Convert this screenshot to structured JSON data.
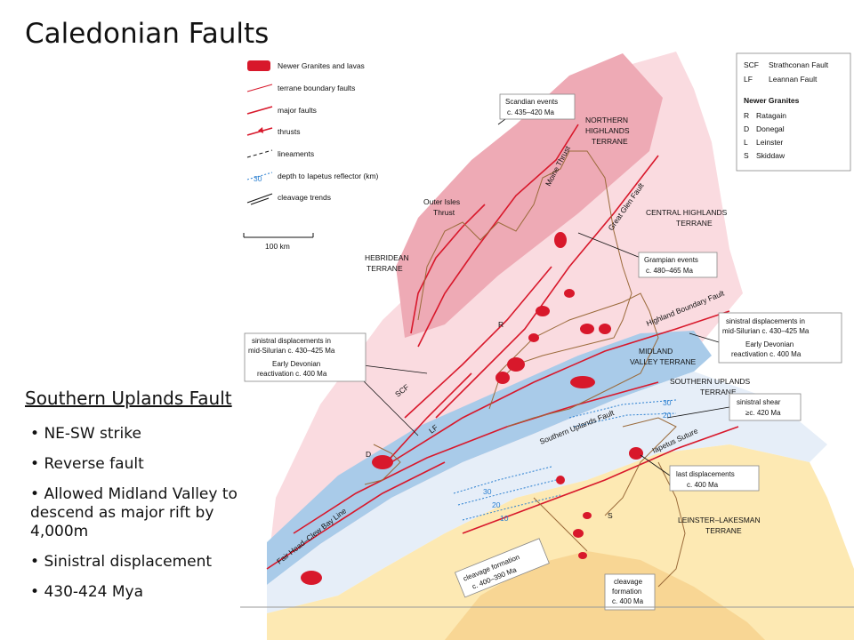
{
  "title": "Caledonian Faults",
  "subtitle": "Southern Uplands Fault",
  "bullets": [
    "NE-SW strike",
    "Reverse fault",
    "Allowed Midland Valley to descend as major rift by 4,000m",
    "Sinistral displacement",
    "430-424 Mya"
  ],
  "legend": {
    "items": [
      {
        "icon": "granite-swatch",
        "label": "Newer Granites and lavas"
      },
      {
        "icon": "terrane-boundary-line",
        "label": "terrane boundary faults"
      },
      {
        "icon": "major-fault-line",
        "label": "major faults"
      },
      {
        "icon": "thrust-line",
        "label": "thrusts"
      },
      {
        "icon": "lineament-line",
        "label": "lineaments"
      },
      {
        "icon": "reflector-depth-line",
        "label": "depth to Iapetus reflector (km)",
        "sample": "30"
      },
      {
        "icon": "cleavage-line",
        "label": "cleavage trends"
      }
    ],
    "scale": "100 km"
  },
  "key": {
    "abbreviations": [
      {
        "code": "SCF",
        "name": "Strathconan Fault"
      },
      {
        "code": "LF",
        "name": "Leannan Fault"
      }
    ],
    "granites_heading": "Newer Granites",
    "granites": [
      {
        "code": "R",
        "name": "Ratagain"
      },
      {
        "code": "D",
        "name": "Donegal"
      },
      {
        "code": "L",
        "name": "Leinster"
      },
      {
        "code": "S",
        "name": "Skiddaw"
      }
    ]
  },
  "terranes": {
    "northern_highlands": [
      "NORTHERN",
      "HIGHLANDS",
      "TERRANE"
    ],
    "central_highlands": [
      "CENTRAL HIGHLANDS",
      "TERRANE"
    ],
    "hebridean": [
      "HEBRIDEAN",
      "TERRANE"
    ],
    "midland_valley": [
      "MIDLAND",
      "VALLEY TERRANE"
    ],
    "southern_uplands": [
      "SOUTHERN UPLANDS",
      "TERRANE"
    ],
    "leinster_lakesman": [
      "LEINSTER–LAKESMAN",
      "TERRANE"
    ]
  },
  "fault_labels": {
    "moine": "Moine Thrust",
    "great_glen": "Great Glen Fault",
    "outer_isles": [
      "Outer Isles",
      "Thrust"
    ],
    "highland_boundary": "Highland Boundary Fault",
    "southern_uplands": "Southern Uplands Fault",
    "iapetus": "Iapetus Suture",
    "fair_head": "Fair Head–Clew Bay Line",
    "scf": "SCF",
    "lf": "LF"
  },
  "granite_markers": {
    "r": "R",
    "d": "D",
    "s": "S"
  },
  "depth_contours": {
    "upper": [
      "30",
      "20"
    ],
    "lower": [
      "30",
      "20",
      "10"
    ]
  },
  "event_boxes": {
    "scandian": {
      "line1": "Scandian events",
      "line2": "c. 435–420 Ma"
    },
    "grampian": {
      "line1": "Grampian events",
      "line2": "c. 480–465 Ma"
    },
    "left_sinistral": {
      "line1": "sinistral displacements in",
      "line2": "mid-Silurian c. 430–425 Ma",
      "line3": "Early Devonian",
      "line4": "reactivation c. 400 Ma"
    },
    "right_sinistral": {
      "line1": "sinistral displacements in",
      "line2": "mid-Silurian c. 430–425 Ma",
      "line3": "Early Devonian",
      "line4": "reactivation c. 400 Ma"
    },
    "sinistral_shear": {
      "line1": "sinistral shear",
      "line2": "≥c. 420 Ma"
    },
    "last_displacements": {
      "line1": "last displacements",
      "line2": "c. 400 Ma"
    },
    "cleavage_formation_1": {
      "line1": "cleavage formation",
      "line2": "c. 400–390 Ma"
    },
    "cleavage_formation_2": {
      "line1": "cleavage",
      "line2": "formation",
      "line3": "c. 400 Ma"
    }
  },
  "colors": {
    "northern_highlands": "#eeaab5",
    "central_highlands": "#fadbe0",
    "midland_valley": "#a9cbe9",
    "southern_uplands": "#e6eef8",
    "leinster_lakesman": "#fde9b3",
    "granite": "#d8182b",
    "fault": "#d8182b",
    "depth_contour": "#2a7fd0",
    "coastline": "#9a6a3a"
  }
}
